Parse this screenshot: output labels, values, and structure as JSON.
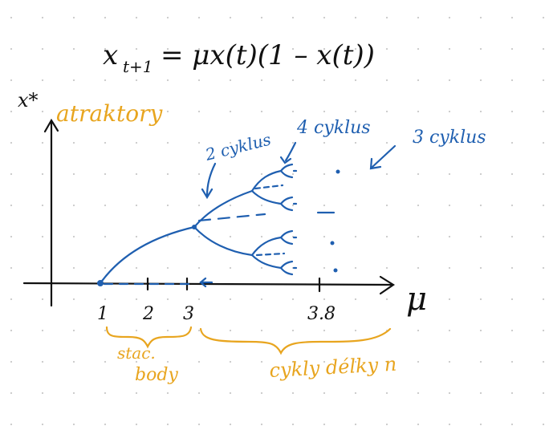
{
  "equation": "x_{t+1} = μ x(t)(1 – x(t))",
  "equation_parts": {
    "lhs_base": "x",
    "lhs_sub": "t+1",
    "rhs": "= μx(t)(1 – x(t))"
  },
  "y_axis_label": "x*",
  "x_axis_label": "μ",
  "attractors_label": "atraktory",
  "tick_labels": [
    "1",
    "2",
    "3",
    "3.8"
  ],
  "annotations": {
    "two_cycle": "2 cyklus",
    "four_cycle": "4 cyklus",
    "three_cycle": "3 cyklus"
  },
  "brace_labels": {
    "stationary_line1": "stac.",
    "stationary_line2": "body",
    "cycles": "cykly délky n"
  },
  "colors": {
    "ink": "#111111",
    "blue": "#1f5fb0",
    "orange": "#e8a51f",
    "dots": "#c8c8c8"
  }
}
